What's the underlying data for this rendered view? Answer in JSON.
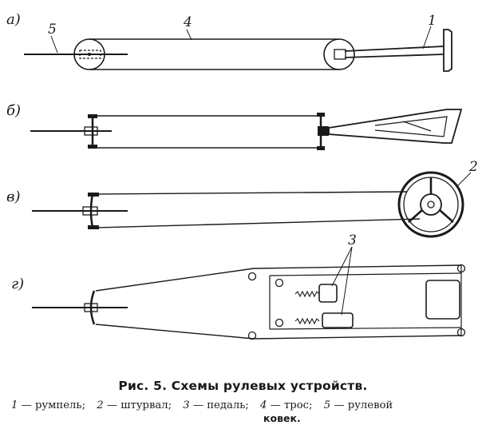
{
  "panels": {
    "a": "а)",
    "b": "б)",
    "v": "в)",
    "g": "г)"
  },
  "callouts": {
    "n1": "1",
    "n2": "2",
    "n3": "3",
    "n4": "4",
    "n5": "5"
  },
  "caption": {
    "title": "Рис. 5. Схемы рулевых устройств."
  },
  "legend": [
    {
      "num": "1",
      "sep": " — ",
      "text": "румпель;"
    },
    {
      "num": "2",
      "sep": " — ",
      "text": "штурвал;"
    },
    {
      "num": "3",
      "sep": " — ",
      "text": "педаль;"
    },
    {
      "num": "4",
      "sep": " — ",
      "text": "трос;"
    },
    {
      "num": "5",
      "sep": " — ",
      "text": "рулевой"
    }
  ],
  "legend_cont": "ковек."
}
